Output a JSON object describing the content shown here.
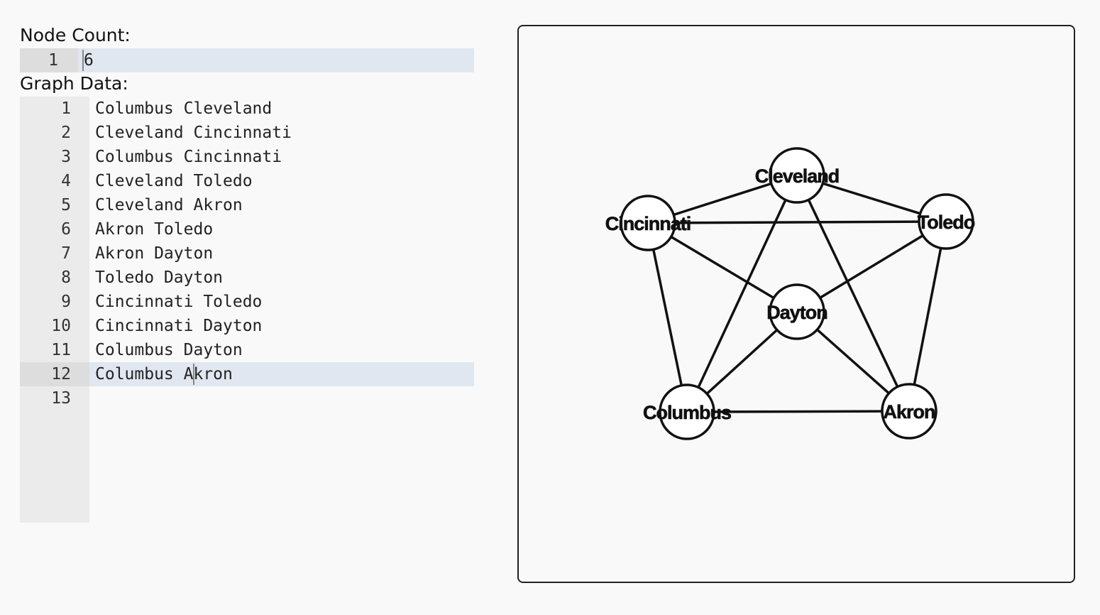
{
  "node_count": {
    "label": "Node Count:",
    "lines": [
      {
        "number": "1",
        "text": "6"
      }
    ]
  },
  "graph_data": {
    "label": "Graph Data:",
    "active_line": 11,
    "lines": [
      {
        "number": "1",
        "text": "Columbus Cleveland"
      },
      {
        "number": "2",
        "text": "Cleveland Cincinnati"
      },
      {
        "number": "3",
        "text": "Columbus Cincinnati"
      },
      {
        "number": "4",
        "text": "Cleveland Toledo"
      },
      {
        "number": "5",
        "text": "Cleveland Akron"
      },
      {
        "number": "6",
        "text": "Akron Toledo"
      },
      {
        "number": "7",
        "text": "Akron Dayton"
      },
      {
        "number": "8",
        "text": "Toledo Dayton"
      },
      {
        "number": "9",
        "text": "Cincinnati Toledo"
      },
      {
        "number": "10",
        "text": "Cincinnati Dayton"
      },
      {
        "number": "11",
        "text": "Columbus Dayton"
      },
      {
        "number": "12",
        "text": "Columbus Akron"
      },
      {
        "number": "13",
        "text": ""
      }
    ]
  },
  "graph": {
    "nodes": [
      "Cleveland",
      "Cincinnati",
      "Toledo",
      "Dayton",
      "Columbus",
      "Akron"
    ],
    "edges": [
      [
        "Columbus",
        "Cleveland"
      ],
      [
        "Cleveland",
        "Cincinnati"
      ],
      [
        "Columbus",
        "Cincinnati"
      ],
      [
        "Cleveland",
        "Toledo"
      ],
      [
        "Cleveland",
        "Akron"
      ],
      [
        "Akron",
        "Toledo"
      ],
      [
        "Akron",
        "Dayton"
      ],
      [
        "Toledo",
        "Dayton"
      ],
      [
        "Cincinnati",
        "Toledo"
      ],
      [
        "Cincinnati",
        "Dayton"
      ],
      [
        "Columbus",
        "Dayton"
      ],
      [
        "Columbus",
        "Akron"
      ]
    ]
  }
}
